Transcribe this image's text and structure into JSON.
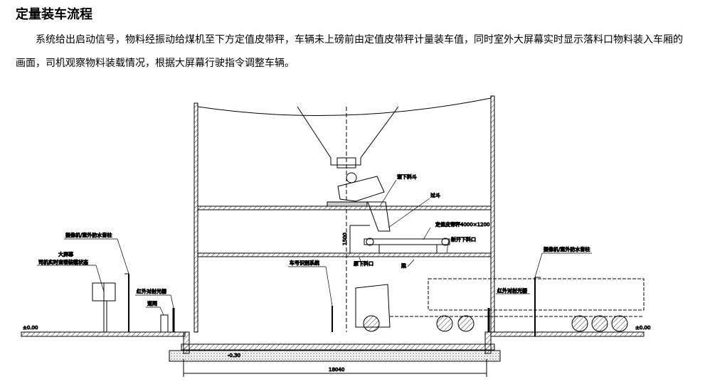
{
  "heading": "定量装车流程",
  "paragraph": "系统给出启动信号，物料经振动给煤机至下方定值皮带秤，车辆未上磅前由定值皮带秤计量装车值，同时室外大屏幕实时显示落料口物料装入车厢的画面，司机观察物料装载情况，根据大屏幕行驶指令调整车辆。",
  "diagram": {
    "camera_left": "摄像机/室外防水音柱",
    "big_screen": "大屏幕",
    "big_screen_desc": "司机实时查看装载状态",
    "ir_left": "红外对射光栅",
    "gate": "道闸",
    "plate_recognition": "车号识别系统",
    "chute": "溜下料斗",
    "transition": "过斗",
    "belt_scale": "定值皮带秤4000×1200",
    "new_outlet": "新开下料口",
    "orig_outlet": "原下料口",
    "beam": "梁",
    "camera_right": "摄像机/室外防水音柱",
    "ir_right": "红外对射光栅",
    "dim_height": "1500",
    "dim_length": "18040",
    "elev_left": "±0.00",
    "elev_right": "±0.00",
    "elev_pit": "-0.30"
  }
}
